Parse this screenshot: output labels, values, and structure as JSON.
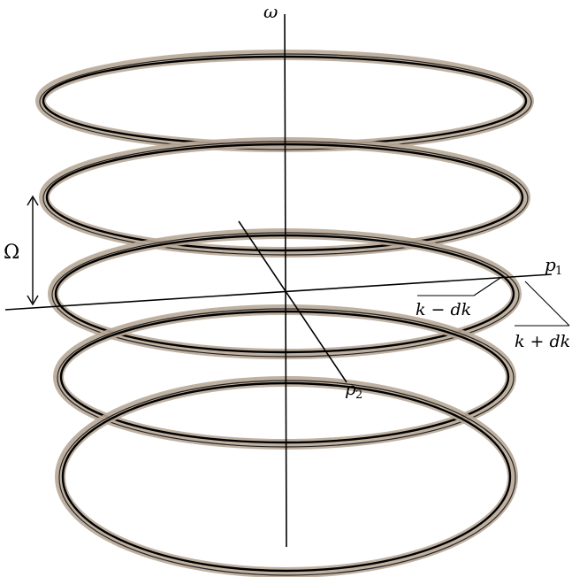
{
  "labels": {
    "omega": "ω",
    "Omega": "Ω",
    "p1": "p",
    "p1_sub": "1",
    "p2": "p",
    "p2_sub": "2",
    "k_minus": "k − dk",
    "k_plus": "k + dk"
  },
  "colors": {
    "ring_outer": "#b8a898",
    "ring_line": "#000000",
    "axis": "#000000",
    "background": "#ffffff"
  },
  "rings": {
    "count": 5,
    "description_levels": [
      "ring-1",
      "ring-2",
      "ring-3",
      "ring-4",
      "ring-5"
    ]
  }
}
